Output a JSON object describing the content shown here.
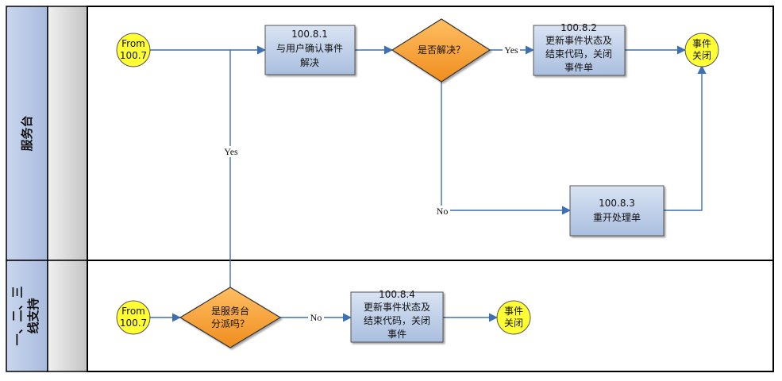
{
  "lanes": {
    "top": "服务台",
    "bottom": [
      "一、二、三",
      "线支持"
    ]
  },
  "nodes": {
    "from_top": [
      "From",
      "100.7"
    ],
    "confirm": [
      "100.8.1",
      "与用户确认事件",
      "解决"
    ],
    "resolved": "是否解决？",
    "update_top": [
      "100.8.2",
      "更新事件状态及",
      "结束代码，关闭",
      "事件单"
    ],
    "close_top": [
      "事件",
      "关闭"
    ],
    "reopen": [
      "100.8.3",
      "重开处理单"
    ],
    "from_bottom": [
      "From",
      "100.7"
    ],
    "dispatched": [
      "是服务台",
      "分派吗？"
    ],
    "update_bottom": [
      "100.8.4",
      "更新事件状态及",
      "结束代码，关闭",
      "事件"
    ],
    "close_bottom": [
      "事件",
      "关闭"
    ]
  },
  "edge_labels": {
    "yes_top": "Yes",
    "no_top": "No",
    "yes_vertical": "Yes",
    "no_bottom": "No"
  },
  "colors": {
    "lane_header": "#b7c6e4",
    "subheader": "#c8c8c8",
    "process_box": "#b4c6e2",
    "decision": "#f5a035",
    "terminal": "#ffff33",
    "flow_line": "#3d6fb3"
  }
}
